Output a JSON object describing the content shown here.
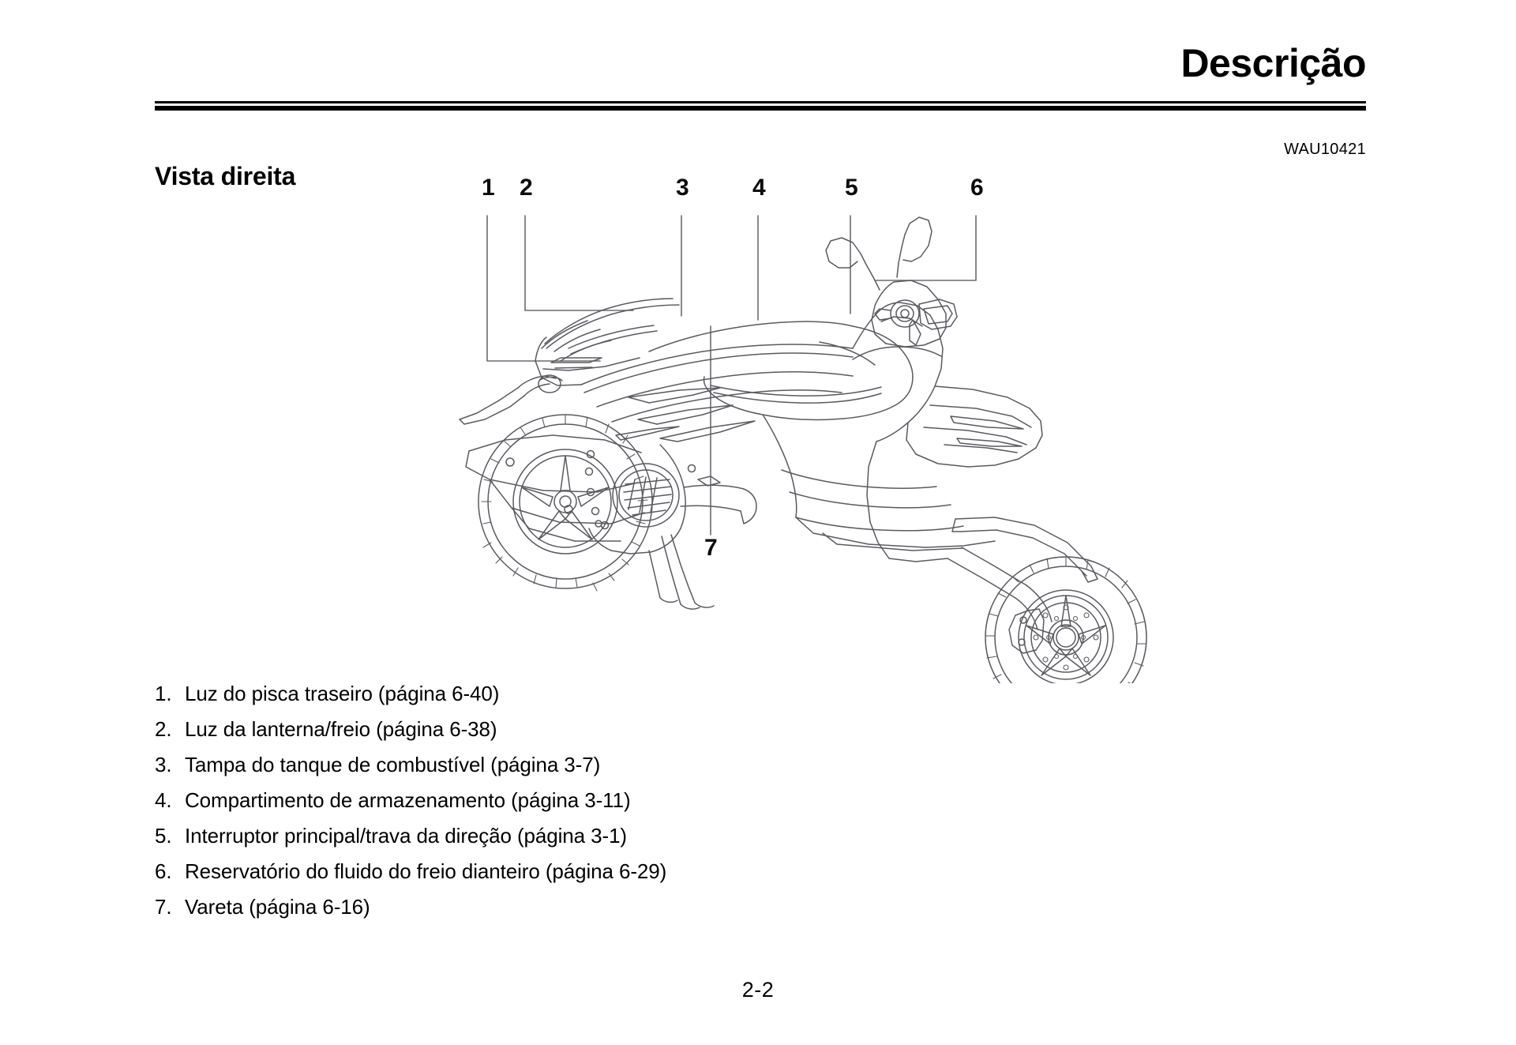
{
  "header": {
    "title": "Descrição",
    "doc_code": "WAU10421"
  },
  "section": {
    "heading": "Vista direita"
  },
  "figure": {
    "alt": "Vista lateral direita da scooter",
    "callouts": [
      {
        "label": "1"
      },
      {
        "label": "2"
      },
      {
        "label": "3"
      },
      {
        "label": "4"
      },
      {
        "label": "5"
      },
      {
        "label": "6"
      },
      {
        "label": "7"
      }
    ]
  },
  "legend": {
    "items": [
      {
        "num": "1.",
        "text": "Luz do pisca traseiro (página 6-40)"
      },
      {
        "num": "2.",
        "text": "Luz da lanterna/freio (página 6-38)"
      },
      {
        "num": "3.",
        "text": "Tampa do tanque de combustível (página 3-7)"
      },
      {
        "num": "4.",
        "text": "Compartimento de armazenamento (página 3-11)"
      },
      {
        "num": "5.",
        "text": "Interruptor principal/trava da direção (página 3-1)"
      },
      {
        "num": "6.",
        "text": "Reservatório do fluido do freio dianteiro (página 6-29)"
      },
      {
        "num": "7.",
        "text": "Vareta (página 6-16)"
      }
    ]
  },
  "footer": {
    "page_number": "2-2"
  },
  "colors": {
    "ink": "#000000",
    "line_art": "#5a5a60",
    "background": "#ffffff"
  }
}
